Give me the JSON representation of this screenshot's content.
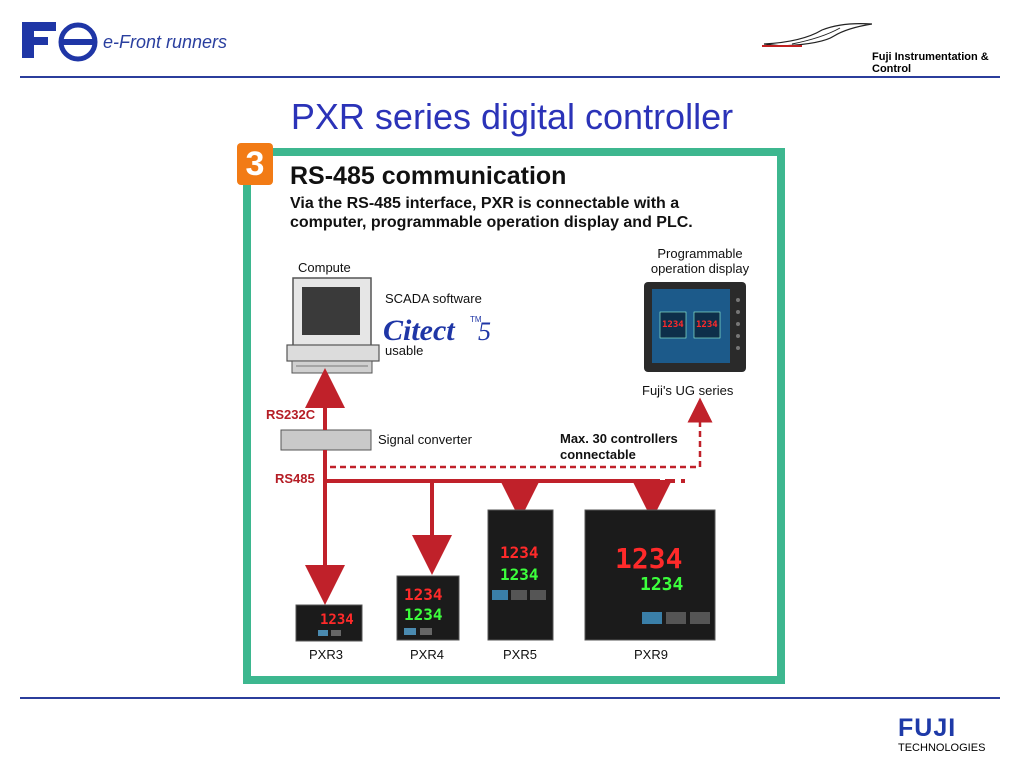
{
  "header": {
    "tagline": "e-Front runners",
    "company": "Fuji Instrumentation & Control"
  },
  "slide": {
    "title": "PXR series digital controller"
  },
  "panel": {
    "badge": "3",
    "heading": "RS-485 communication",
    "description": "Via the RS-485 interface, PXR is connectable with a computer, programmable operation display and PLC."
  },
  "diagram": {
    "computer_label": "Compute",
    "scada_label": "SCADA software",
    "citect_logo": "Citect 5",
    "usable_label": "usable",
    "display_label_line1": "Programmable",
    "display_label_line2": "operation display",
    "ug_label": "Fuji's UG series",
    "rs232c": "RS232C",
    "signal_converter": "Signal converter",
    "max_label_line1": "Max. 30 controllers",
    "max_label_line2": "connectable",
    "rs485": "RS485",
    "controllers": [
      "PXR3",
      "PXR4",
      "PXR5",
      "PXR9"
    ],
    "display_readout": "1234"
  },
  "footer": {
    "brand": "FUJI",
    "brand_sub": "TECHNOLOGIES"
  },
  "colors": {
    "accent_blue": "#2b33b8",
    "panel_green": "#3db78f",
    "badge_orange": "#f27b15",
    "line_red": "#b51d25"
  }
}
